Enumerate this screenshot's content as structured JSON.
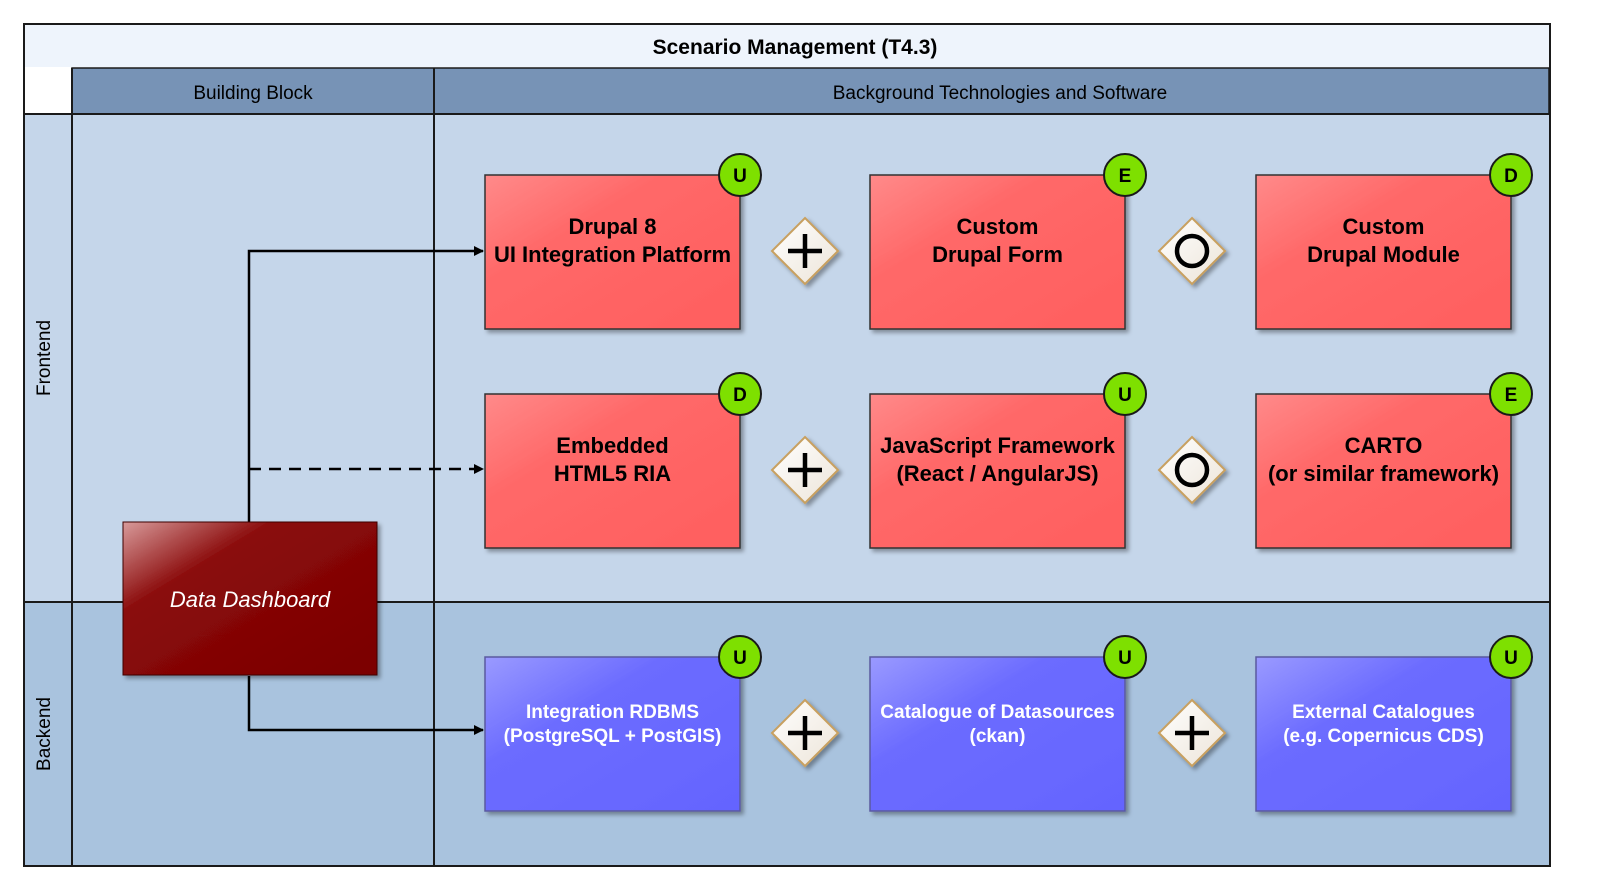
{
  "title": "Scenario Management (T4.3)",
  "columns": {
    "building_block": "Building Block",
    "background": "Background Technologies and Software"
  },
  "lanes": {
    "frontend": "Frontend",
    "backend": "Backend"
  },
  "building_block": {
    "label": "Data Dashboard"
  },
  "boxes": [
    {
      "id": "drupal8",
      "lines": [
        "Drupal 8",
        "UI Integration Platform"
      ],
      "badge": "U",
      "kind": "frontend"
    },
    {
      "id": "custom-form",
      "lines": [
        "Custom",
        "Drupal Form"
      ],
      "badge": "E",
      "kind": "frontend"
    },
    {
      "id": "custom-module",
      "lines": [
        "Custom",
        "Drupal Module"
      ],
      "badge": "D",
      "kind": "frontend"
    },
    {
      "id": "html5-ria",
      "lines": [
        "Embedded",
        "HTML5 RIA"
      ],
      "badge": "D",
      "kind": "frontend"
    },
    {
      "id": "js-framework",
      "lines": [
        "JavaScript Framework",
        "(React / AngularJS)"
      ],
      "badge": "U",
      "kind": "frontend"
    },
    {
      "id": "carto",
      "lines": [
        "CARTO",
        "(or similar framework)"
      ],
      "badge": "E",
      "kind": "frontend"
    },
    {
      "id": "rdbms",
      "lines": [
        "Integration RDBMS",
        "(PostgreSQL + PostGIS)"
      ],
      "badge": "U",
      "kind": "backend"
    },
    {
      "id": "catalogue",
      "lines": [
        "Catalogue of Datasources",
        "(ckan)"
      ],
      "badge": "U",
      "kind": "backend"
    },
    {
      "id": "external",
      "lines": [
        "External Catalogues",
        "(e.g. Copernicus CDS)"
      ],
      "badge": "U",
      "kind": "backend"
    }
  ],
  "gateways": [
    {
      "id": "gw-row1-a",
      "symbol": "plus"
    },
    {
      "id": "gw-row1-b",
      "symbol": "circle"
    },
    {
      "id": "gw-row2-a",
      "symbol": "plus"
    },
    {
      "id": "gw-row2-b",
      "symbol": "circle"
    },
    {
      "id": "gw-row3-a",
      "symbol": "plus"
    },
    {
      "id": "gw-row3-b",
      "symbol": "plus"
    }
  ],
  "colors": {
    "header_band": "#7793b6",
    "frontend_lane": "#c5d6ea",
    "backend_lane": "#a9c3de",
    "frontend_box": "#ff6565",
    "backend_box": "#6666ff",
    "building_block": "#800000",
    "badge": "#7ee000"
  }
}
